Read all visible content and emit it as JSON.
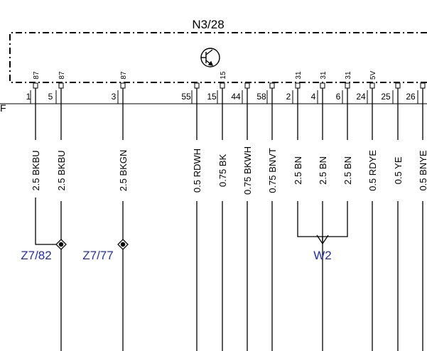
{
  "component": {
    "name": "N3/28"
  },
  "left_edge_label": "F",
  "pins": [
    {
      "pin": "1",
      "terminal": "87",
      "wire": "2.5 BKBU"
    },
    {
      "pin": "5",
      "terminal": "87",
      "wire": "2.5 BKBU"
    },
    {
      "pin": "3",
      "terminal": "87",
      "wire": "2.5 BKGN"
    },
    {
      "pin": "55",
      "terminal": "",
      "wire": "0.5 RDWH"
    },
    {
      "pin": "15",
      "terminal": "15",
      "wire": "0.75 BK"
    },
    {
      "pin": "44",
      "terminal": "",
      "wire": "0.75 BKWH"
    },
    {
      "pin": "58",
      "terminal": "",
      "wire": "0.75 BNVT"
    },
    {
      "pin": "2",
      "terminal": "31",
      "wire": "2.5 BN"
    },
    {
      "pin": "4",
      "terminal": "31",
      "wire": "2.5 BN"
    },
    {
      "pin": "6",
      "terminal": "31",
      "wire": "2.5 BN"
    },
    {
      "pin": "24",
      "terminal": "5V",
      "wire": "0.5 RDYE"
    },
    {
      "pin": "25",
      "terminal": "",
      "wire": "0.5 YE"
    },
    {
      "pin": "26",
      "terminal": "",
      "wire": "0.5 BNYE"
    }
  ],
  "connections": {
    "z7_82": "Z7/82",
    "z7_77": "Z7/77",
    "w2": "W2"
  },
  "colors": {
    "line": "#000000",
    "connection_label": "#1f2fb8"
  }
}
